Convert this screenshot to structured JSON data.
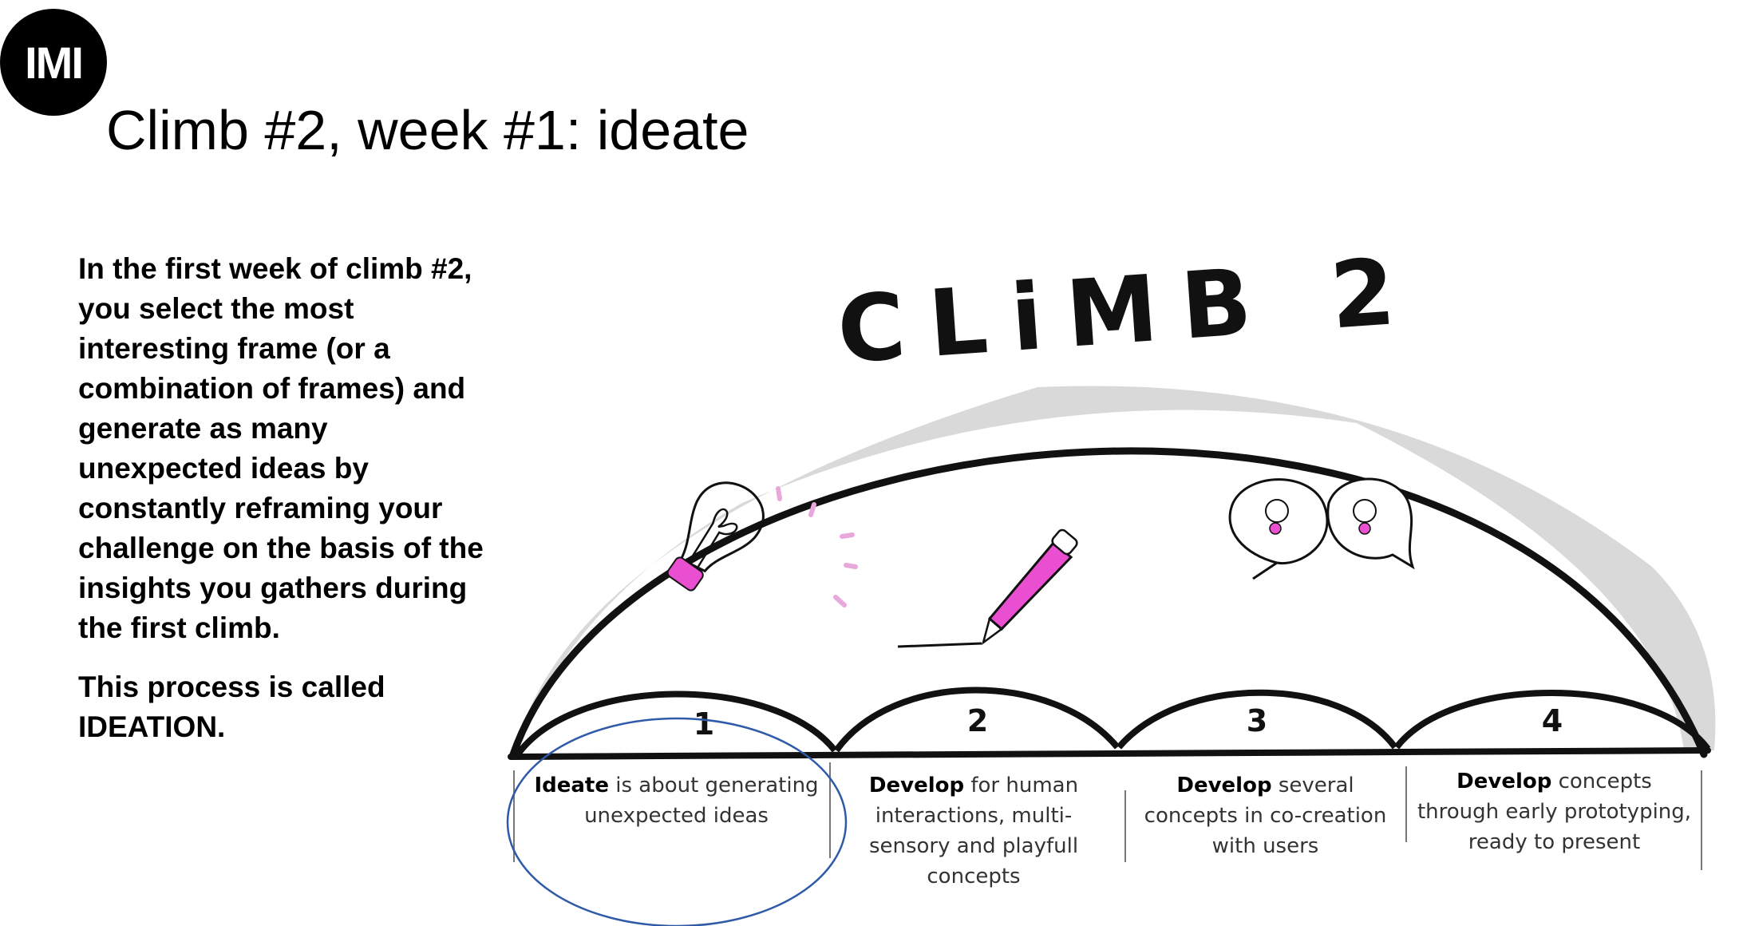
{
  "logo": {
    "text": "IMI"
  },
  "title": "Climb #2, week #1: ideate",
  "body": {
    "paragraph1": "In the first week of climb #2, you select the most interesting frame (or a combination of frames) and generate as many unexpected ideas by constantly reframing your challenge on the basis of the insights you gathers during the first climb.",
    "paragraph2": "This process is called IDEATION."
  },
  "diagram": {
    "heading": "CLiMB 2",
    "stages": [
      {
        "number": "1",
        "keyword": "Ideate",
        "rest": " is about generating unexpected ideas",
        "icon": "lightbulb-icon"
      },
      {
        "number": "2",
        "keyword": "Develop",
        "rest": " for human interactions, multi-sensory and playfull concepts",
        "icon": "pencil-icon"
      },
      {
        "number": "3",
        "keyword": "Develop",
        "rest": " several concepts in co-creation with users",
        "icon": "speech-bubbles-icon"
      },
      {
        "number": "4",
        "keyword": "Develop",
        "rest": " concepts through early prototyping, ready to present",
        "icon": ""
      }
    ],
    "highlighted_stage": 1,
    "colors": {
      "accent": "#e94fd0",
      "highlight_circle": "#2f5aa8",
      "ink": "#111111",
      "shadow": "#d4d4d4"
    }
  }
}
